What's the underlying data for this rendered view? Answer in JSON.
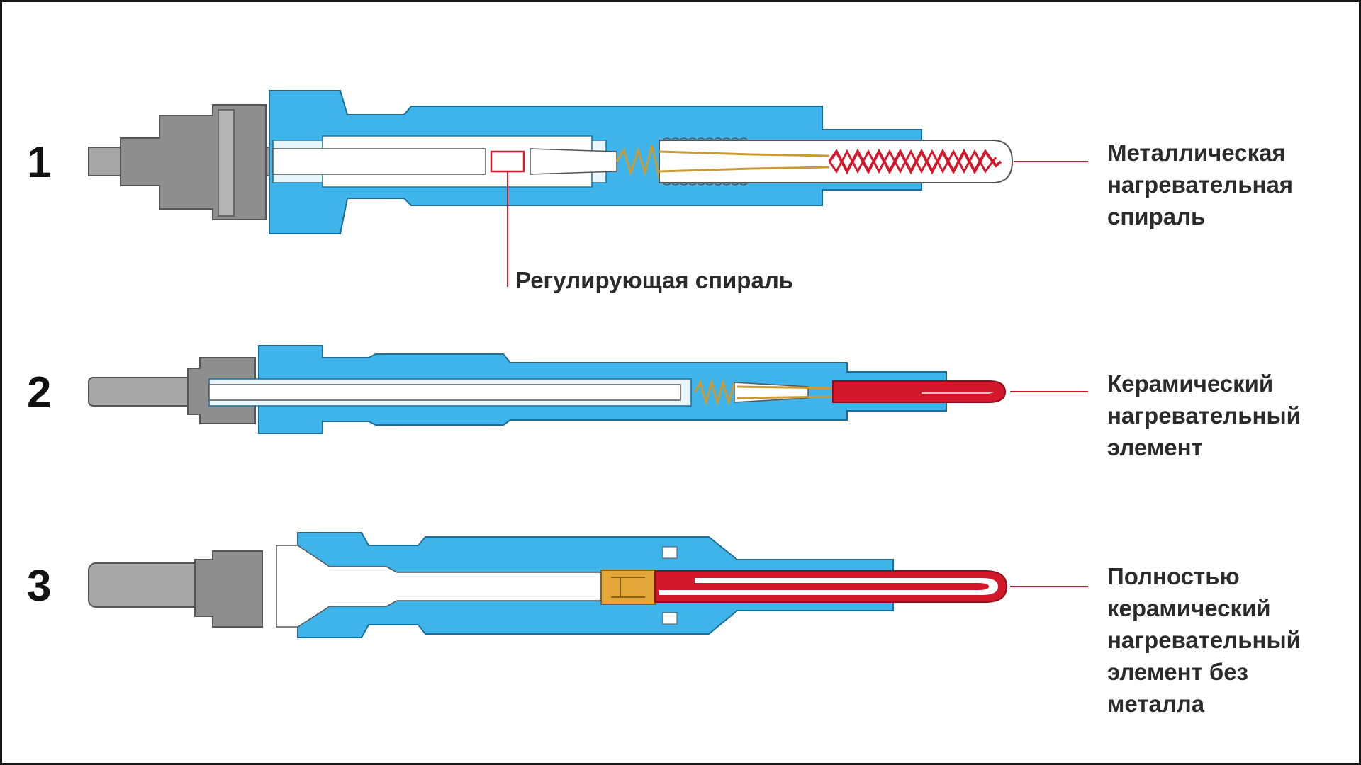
{
  "colors": {
    "body_blue": "#3fb4ea",
    "body_light": "#cfeaf9",
    "steel": "#9a9a9a",
    "steel_dark": "#6c6c6c",
    "heater_red": "#d4182c",
    "coil_gold": "#c99b35",
    "leader": "#d4182c"
  },
  "plugs": [
    {
      "number": "1",
      "label_lines": [
        "Металлическая",
        "нагревательная",
        "спираль"
      ]
    },
    {
      "number": "2",
      "label_lines": [
        "Керамический",
        "нагревательный",
        "элемент"
      ]
    },
    {
      "number": "3",
      "label_lines": [
        "Полностью",
        "керамический",
        "нагревательный",
        "элемент без",
        "металла"
      ]
    }
  ],
  "callout_regulating": "Регулирующая спираль"
}
